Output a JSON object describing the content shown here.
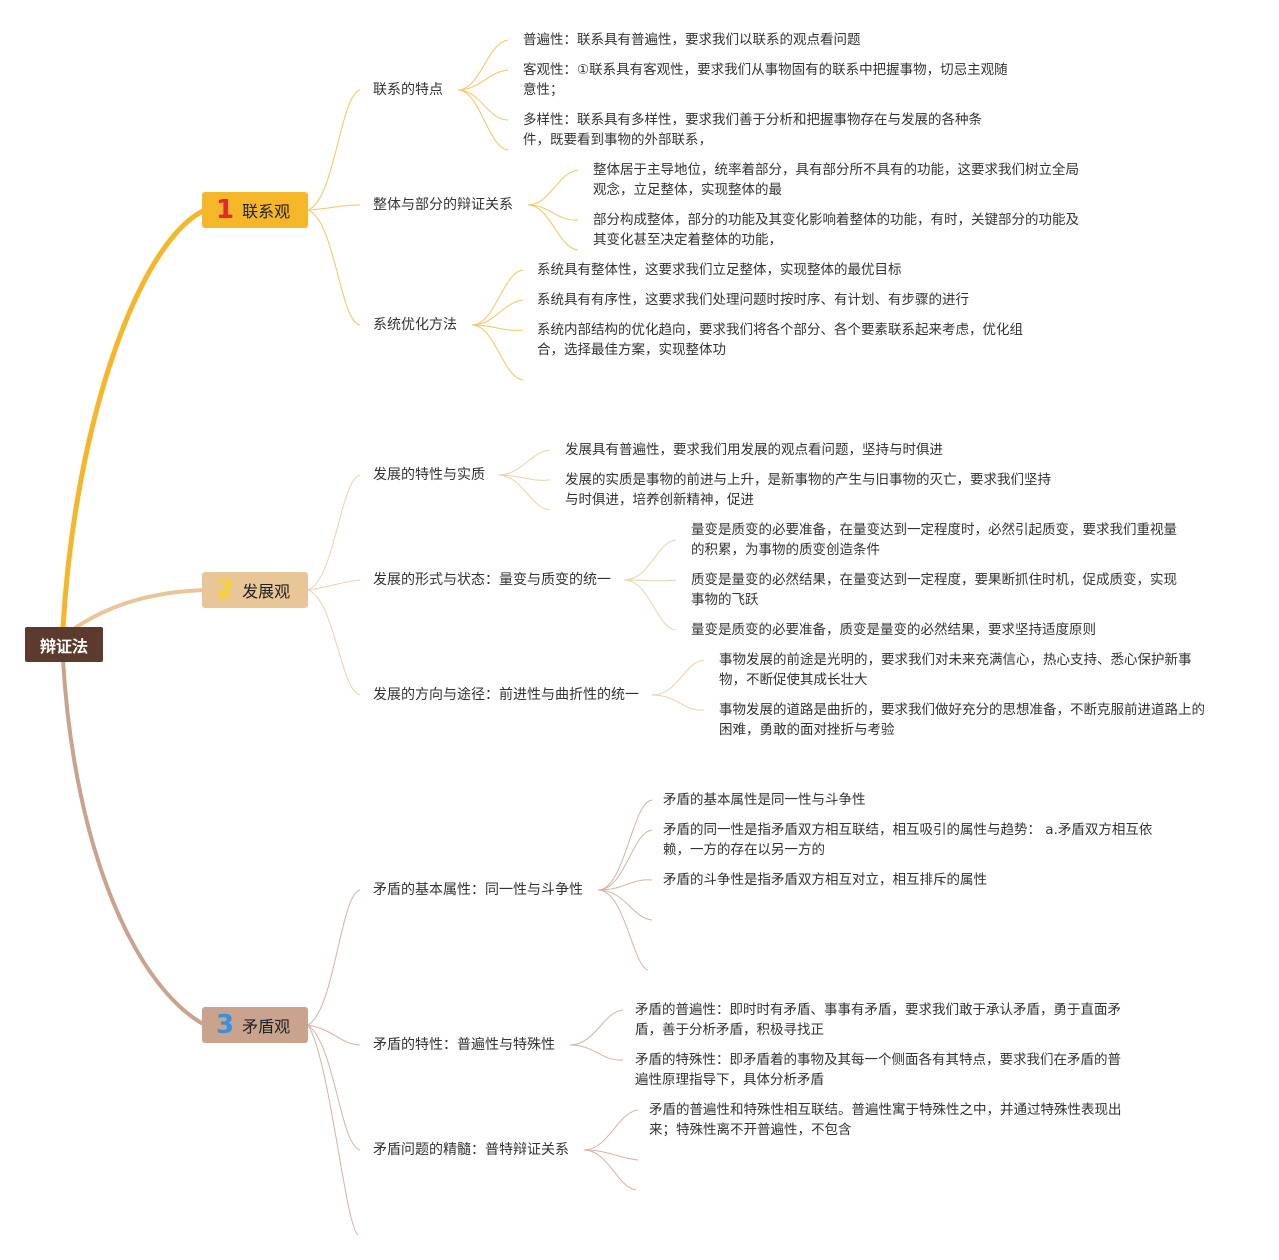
{
  "root": {
    "label": "辩证法"
  },
  "colors": {
    "root_bg": "#5c3a2e",
    "b1": "#f6b62a",
    "b2": "#e8c697",
    "b3": "#c9a38e",
    "n1": "#e3262f",
    "n2": "#f5d42b",
    "n3": "#3692de"
  },
  "branches": [
    {
      "num": "1",
      "label": "联系观",
      "subs": [
        {
          "label": "联系的特点",
          "leaves": [
            "普遍性：联系具有普遍性，要求我们以联系的观点看问题",
            "客观性：①联系具有客观性，要求我们从事物固有的联系中把握事物，切忌主观随意性；",
            "多样性：联系具有多样性，要求我们善于分析和把握事物存在与发展的各种条件，既要看到事物的外部联系，"
          ]
        },
        {
          "label": "整体与部分的辩证关系",
          "leaves": [
            "整体居于主导地位，统率着部分，具有部分所不具有的功能，这要求我们树立全局观念，立足整体，实现整体的最",
            "部分构成整体，部分的功能及其变化影响着整体的功能，有时，关键部分的功能及其变化甚至决定着整体的功能，"
          ]
        },
        {
          "label": "系统优化方法",
          "leaves": [
            "系统具有整体性，这要求我们立足整体，实现整体的最优目标",
            "系统具有有序性，这要求我们处理问题时按时序、有计划、有步骤的进行",
            "系统内部结构的优化趋向，要求我们将各个部分、各个要素联系起来考虑，优化组合，选择最佳方案，实现整体功"
          ]
        }
      ]
    },
    {
      "num": "2",
      "label": "发展观",
      "subs": [
        {
          "label": "发展的特性与实质",
          "leaves": [
            "发展具有普遍性，要求我们用发展的观点看问题，坚持与时俱进",
            "发展的实质是事物的前进与上升，是新事物的产生与旧事物的灭亡，要求我们坚持与时俱进，培养创新精神，促进"
          ]
        },
        {
          "label": "发展的形式与状态：量变与质变的统一",
          "leaves": [
            "量变是质变的必要准备，在量变达到一定程度时，必然引起质变，要求我们重视量的积累，为事物的质变创造条件",
            "质变是量变的必然结果，在量变达到一定程度，要果断抓住时机，促成质变，实现事物的飞跃",
            "量变是质变的必要准备，质变是量变的必然结果，要求坚持适度原则"
          ]
        },
        {
          "label": "发展的方向与途径：前进性与曲折性的统一",
          "leaves": [
            "事物发展的前途是光明的，要求我们对未来充满信心，热心支持、悉心保护新事物，不断促使其成长壮大",
            "事物发展的道路是曲折的，要求我们做好充分的思想准备，不断克服前进道路上的困难，勇敢的面对挫折与考验"
          ]
        }
      ]
    },
    {
      "num": "3",
      "label": "矛盾观",
      "subs": [
        {
          "label": "矛盾的基本属性：同一性与斗争性",
          "leaves": [
            "矛盾的基本属性是同一性与斗争性",
            "矛盾的同一性是指矛盾双方相互联结，相互吸引的属性与趋势： a.矛盾双方相互依赖，一方的存在以另一方的",
            "矛盾的斗争性是指矛盾双方相互对立，相互排斥的属性"
          ]
        },
        {
          "label": "矛盾的特性：普遍性与特殊性",
          "leaves": [
            "矛盾的普遍性：即时时有矛盾、事事有矛盾，要求我们敢于承认矛盾，勇于直面矛盾，善于分析矛盾，积极寻找正",
            "矛盾的特殊性：即矛盾着的事物及其每一个侧面各有其特点，要求我们在矛盾的普遍性原理指导下，具体分析矛盾"
          ]
        },
        {
          "label": "矛盾问题的精髓：普特辩证关系",
          "leaves": [
            "矛盾的普遍性和特殊性相互联结。普遍性寓于特殊性之中，并通过特殊性表现出来；特殊性离不开普遍性，不包含"
          ]
        }
      ]
    }
  ]
}
